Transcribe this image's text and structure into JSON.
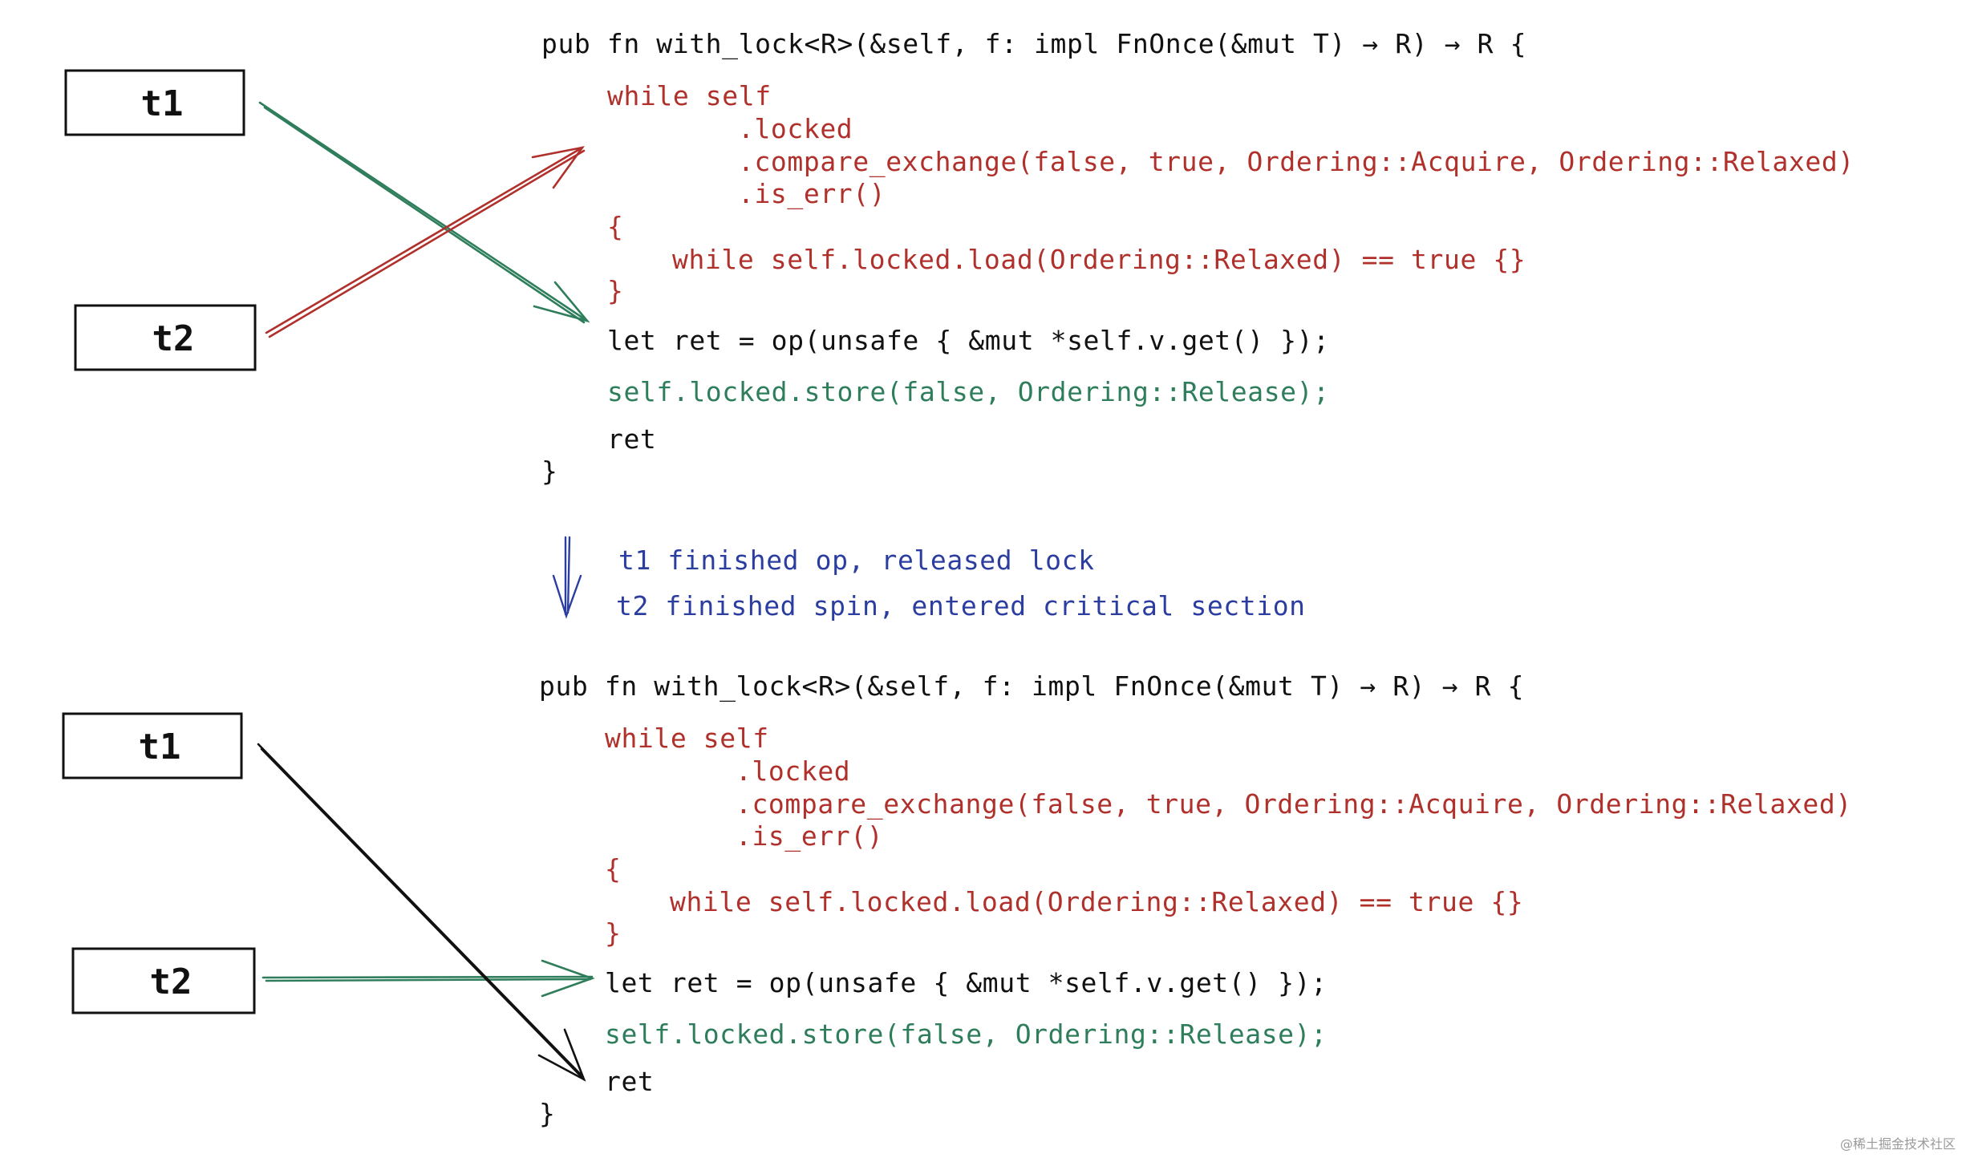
{
  "colors": {
    "black": "#111111",
    "red": "#b0302b",
    "green": "#2e7d5b",
    "blue": "#2b3ea0",
    "watermark": "#9a9a9a"
  },
  "panels": [
    {
      "threads": [
        {
          "label": "t1"
        },
        {
          "label": "t2"
        }
      ],
      "code": {
        "signature": "pub fn with_lock<R>(&self, f: impl FnOnce(&mut T) → R) → R {",
        "while_self": "while self",
        "locked": ".locked",
        "compare_exchange": ".compare_exchange(false, true, Ordering::Acquire, Ordering::Relaxed)",
        "is_err": ".is_err()",
        "open_brace": "{",
        "spin": "while self.locked.load(Ordering::Relaxed) == true {}",
        "close_brace": "}",
        "let_ret": "let ret = op(unsafe { &mut *self.v.get() });",
        "store": "self.locked.store(false, Ordering::Release);",
        "ret": "ret",
        "fn_close": "}"
      }
    },
    {
      "threads": [
        {
          "label": "t1"
        },
        {
          "label": "t2"
        }
      ],
      "code": {
        "signature": "pub fn with_lock<R>(&self, f: impl FnOnce(&mut T) → R) → R {",
        "while_self": "while self",
        "locked": ".locked",
        "compare_exchange": ".compare_exchange(false, true, Ordering::Acquire, Ordering::Relaxed)",
        "is_err": ".is_err()",
        "open_brace": "{",
        "spin": "while self.locked.load(Ordering::Relaxed) == true {}",
        "close_brace": "}",
        "let_ret": "let ret = op(unsafe { &mut *self.v.get() });",
        "store": "self.locked.store(false, Ordering::Release);",
        "ret": "ret",
        "fn_close": "}"
      }
    }
  ],
  "transition": {
    "line1": "t1 finished op, released lock",
    "line2": "t2 finished spin, entered critical section"
  },
  "watermark": "@稀土掘金技术社区"
}
